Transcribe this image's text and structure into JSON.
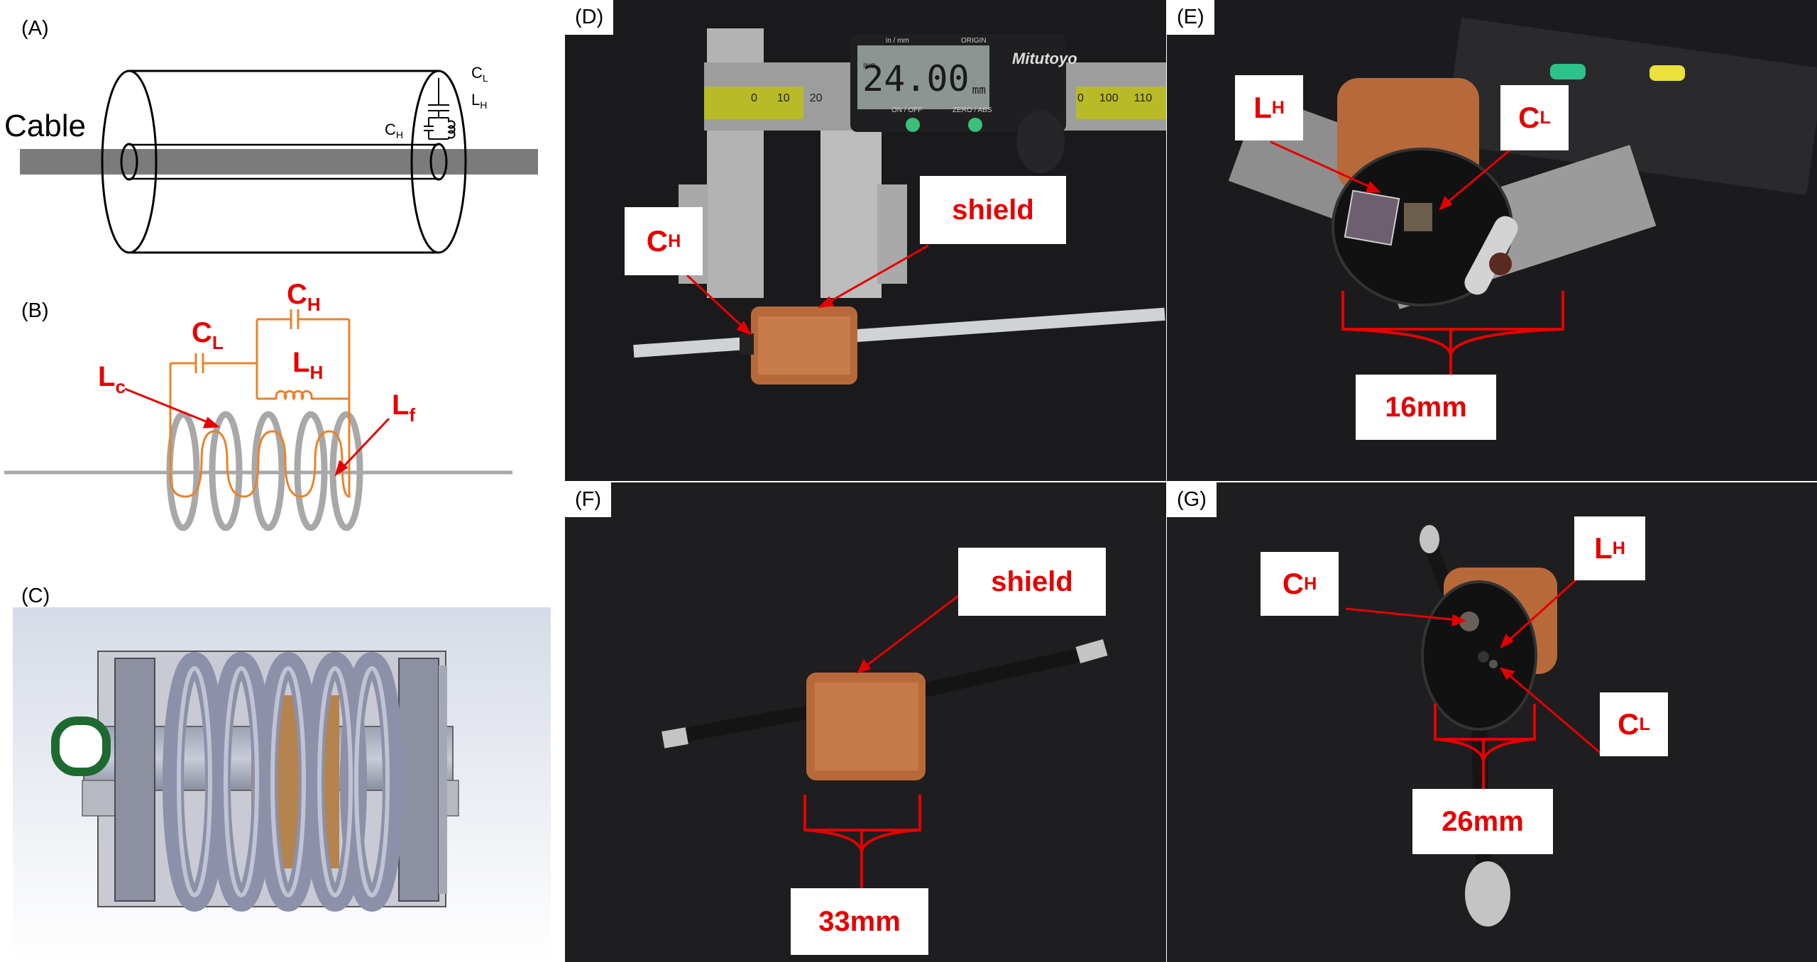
{
  "panels": {
    "a": {
      "letter": "(A)",
      "cable_label": "Cable",
      "cl": "C",
      "cl_sub": "L",
      "lh": "L",
      "lh_sub": "H",
      "ch": "C",
      "ch_sub": "H"
    },
    "b": {
      "letter": "(B)",
      "cl": "C",
      "cl_sub": "L",
      "ch": "C",
      "ch_sub": "H",
      "lh": "L",
      "lh_sub": "H",
      "lc": "L",
      "lc_sub": "c",
      "lf": "L",
      "lf_sub": "f"
    },
    "c": {
      "letter": "(C)"
    },
    "d": {
      "letter": "(D)",
      "shield": "shield",
      "ch": "C",
      "ch_sub": "H",
      "caliper": {
        "display": "24.00",
        "unit": "mm",
        "brand": "Mitutoyo",
        "mode": "INC",
        "units_label": "in / mm",
        "origin": "ORIGIN",
        "onoff": "ON / OFF",
        "zero": "ZERO / ABS",
        "scale_left": [
          "0",
          "10",
          "20"
        ],
        "scale_right": [
          "0",
          "100",
          "110"
        ]
      }
    },
    "e": {
      "letter": "(E)",
      "lh": "L",
      "lh_sub": "H",
      "cl": "C",
      "cl_sub": "L",
      "dim": "16mm"
    },
    "f": {
      "letter": "(F)",
      "shield": "shield",
      "dim": "33mm"
    },
    "g": {
      "letter": "(G)",
      "ch": "C",
      "ch_sub": "H",
      "lh": "L",
      "lh_sub": "H",
      "cl": "C",
      "cl_sub": "L",
      "dim": "26mm"
    }
  },
  "colors": {
    "callout_text": "#e50000",
    "circuit": "#e8832a",
    "coil_gray": "#a8a8a8",
    "copper": "#b8693a",
    "photo_bg": "#1d1d1f"
  }
}
